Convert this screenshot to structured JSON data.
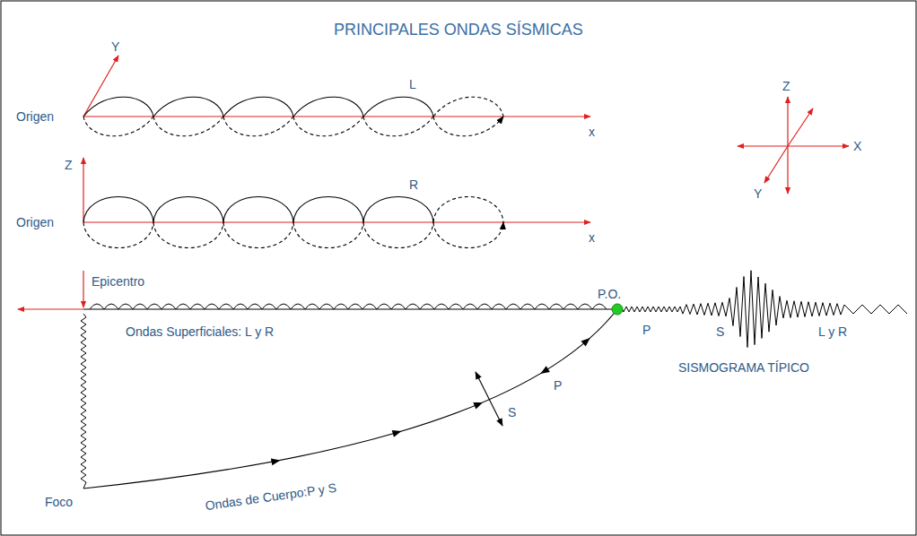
{
  "diagram": {
    "title": "PRINCIPALES ONDAS SÍSMICAS",
    "labels": [
      "Y",
      "Origen",
      "L",
      "x",
      "Z",
      "Origen",
      "R",
      "x",
      "Z",
      "X",
      "Y",
      "Epicentro",
      "P.O.",
      "Ondas Superficiales: L y R",
      "P",
      "S",
      "L y R",
      "SISMOGRAMA TÍPICO",
      "P",
      "S",
      "Ondas de Cuerpo:P y S",
      "Foco"
    ]
  }
}
